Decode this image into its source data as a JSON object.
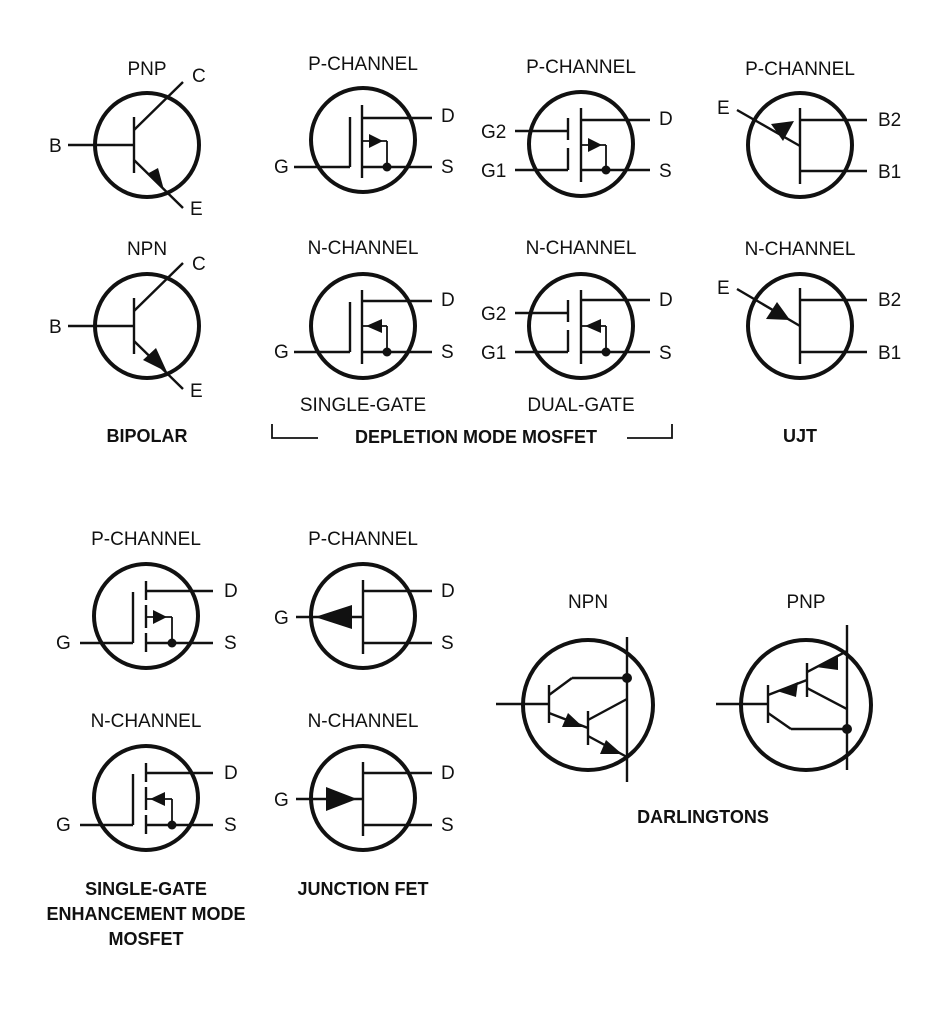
{
  "bipolar": {
    "pnp": {
      "title": "PNP",
      "c": "C",
      "b": "B",
      "e": "E"
    },
    "npn": {
      "title": "NPN",
      "c": "C",
      "b": "B",
      "e": "E"
    },
    "caption": "BIPOLAR"
  },
  "depletion": {
    "single_p": {
      "title": "P-CHANNEL",
      "d": "D",
      "g": "G",
      "s": "S"
    },
    "dual_p": {
      "title": "P-CHANNEL",
      "d": "D",
      "g2": "G2",
      "g1": "G1",
      "s": "S"
    },
    "single_n": {
      "title": "N-CHANNEL",
      "d": "D",
      "g": "G",
      "s": "S"
    },
    "dual_n": {
      "title": "N-CHANNEL",
      "d": "D",
      "g2": "G2",
      "g1": "G1",
      "s": "S"
    },
    "single_label": "SINGLE-GATE",
    "dual_label": "DUAL-GATE",
    "caption": "DEPLETION MODE MOSFET"
  },
  "ujt": {
    "p": {
      "title": "P-CHANNEL",
      "e": "E",
      "b2": "B2",
      "b1": "B1"
    },
    "n": {
      "title": "N-CHANNEL",
      "e": "E",
      "b2": "B2",
      "b1": "B1"
    },
    "caption": "UJT"
  },
  "enhancement": {
    "p": {
      "title": "P-CHANNEL",
      "d": "D",
      "g": "G",
      "s": "S"
    },
    "n": {
      "title": "N-CHANNEL",
      "d": "D",
      "g": "G",
      "s": "S"
    },
    "caption_lines": [
      "SINGLE-GATE",
      "ENHANCEMENT MODE",
      "MOSFET"
    ]
  },
  "jfet": {
    "p": {
      "title": "P-CHANNEL",
      "d": "D",
      "g": "G",
      "s": "S"
    },
    "n": {
      "title": "N-CHANNEL",
      "d": "D",
      "g": "G",
      "s": "S"
    },
    "caption": "JUNCTION FET"
  },
  "darlington": {
    "npn_title": "NPN",
    "pnp_title": "PNP",
    "caption": "DARLINGTONS"
  }
}
